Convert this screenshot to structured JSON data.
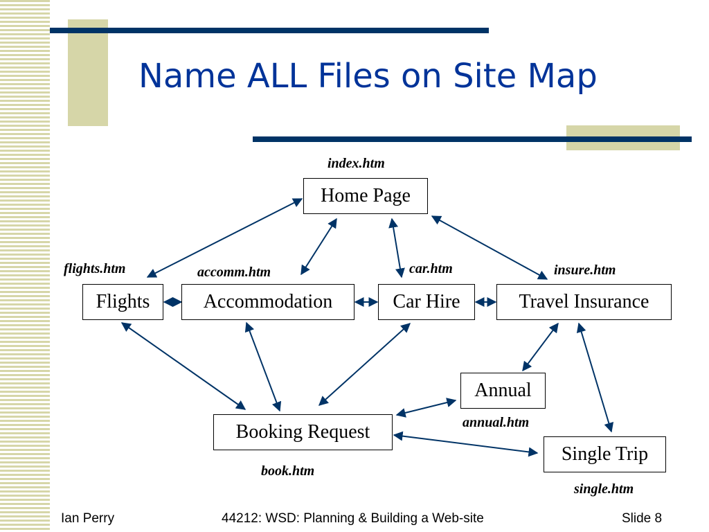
{
  "slide": {
    "title": "Name ALL Files on Site Map",
    "colors": {
      "title": "#003399",
      "accent_bar": "#003366",
      "accent_block": "#d6d6a8"
    }
  },
  "diagram": {
    "nodes": {
      "home": "Home Page",
      "flights": "Flights",
      "accommodation": "Accommodation",
      "car_hire": "Car Hire",
      "travel_insurance": "Travel Insurance",
      "annual": "Annual",
      "booking_request": "Booking Request",
      "single_trip": "Single Trip"
    },
    "files": {
      "home": "index.htm",
      "flights": "flights.htm",
      "accommodation": "accomm.htm",
      "car_hire": "car.htm",
      "travel_insurance": "insure.htm",
      "annual": "annual.htm",
      "booking_request": "book.htm",
      "single_trip": "single.htm"
    }
  },
  "footer": {
    "author": "Ian Perry",
    "course": "44212: WSD: Planning & Building a Web-site",
    "slide_number": "Slide 8"
  }
}
